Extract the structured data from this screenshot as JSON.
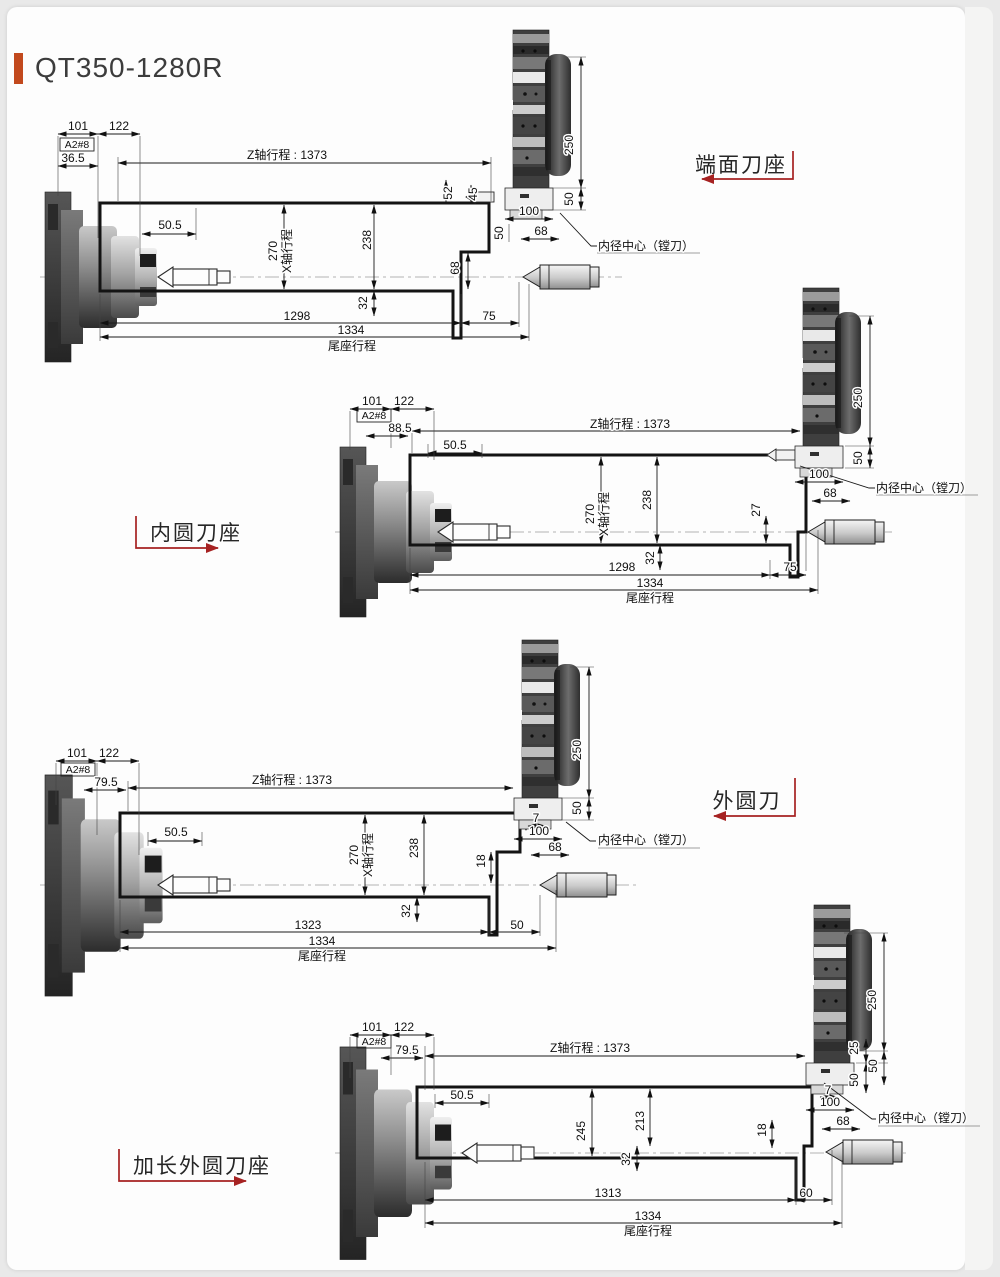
{
  "page": {
    "title": "QT350-1280R"
  },
  "colors": {
    "accent": "#c2491d",
    "label_arrow": "#a62222",
    "line": "#141414"
  },
  "diagrams": [
    {
      "label": "端面刀座",
      "z_travel": "Z轴行程 : 1373",
      "x_travel": "270",
      "x_travel_label": "X轴行程",
      "tailstock_label": "尾座行程",
      "callout": "内径中心（镗刀）",
      "dims": {
        "d101": "101",
        "d122": "122",
        "nose": "A2#8",
        "nose_len": "36.5",
        "clearance": "50.5",
        "inner_h": "238",
        "step_a": "52",
        "step_b": "45",
        "base_w": "100",
        "side_50": "50",
        "len_68": "68",
        "step_68": "68",
        "below_32": "32",
        "main_len": "1298",
        "tail_len": "75",
        "total_len": "1334",
        "turret_h": "250",
        "turret_base": "50"
      }
    },
    {
      "label": "内圆刀座",
      "z_travel": "Z轴行程 : 1373",
      "x_travel": "270",
      "x_travel_label": "X轴行程",
      "tailstock_label": "尾座行程",
      "callout": "内径中心（镗刀）",
      "dims": {
        "d101": "101",
        "d122": "122",
        "nose": "A2#8",
        "nose_len": "88.5",
        "clearance": "50.5",
        "inner_h": "238",
        "quill_27": "27",
        "base_w": "100",
        "len_68": "68",
        "below_32": "32",
        "main_len": "1298",
        "tail_len": "75",
        "total_len": "1334",
        "turret_h": "250",
        "turret_base": "50"
      }
    },
    {
      "label": "外圆刀",
      "z_travel": "Z轴行程 : 1373",
      "x_travel": "270",
      "x_travel_label": "X轴行程",
      "tailstock_label": "尾座行程",
      "callout": "内径中心（镗刀）",
      "dims": {
        "d101": "101",
        "d122": "122",
        "nose": "A2#8",
        "nose_len": "79.5",
        "clearance": "50.5",
        "inner_h": "238",
        "tip_7": "7",
        "quill_18": "18",
        "base_w": "100",
        "len_68": "68",
        "below_32": "32",
        "main_len": "1323",
        "tail_len": "50",
        "total_len": "1334",
        "turret_h": "250",
        "turret_base": "50"
      }
    },
    {
      "label": "加长外圆刀座",
      "z_travel": "Z轴行程 : 1373",
      "tailstock_label": "尾座行程",
      "callout": "内径中心（镗刀）",
      "dims": {
        "d101": "101",
        "d122": "122",
        "nose": "A2#8",
        "nose_len": "79.5",
        "clearance": "50.5",
        "h_245": "245",
        "h_213": "213",
        "tip_7": "7",
        "quill_18": "18",
        "base_w": "100",
        "len_68": "68",
        "below_32": "32",
        "main_len": "1313",
        "tail_len": "60",
        "total_len": "1334",
        "turret_h": "250",
        "step_25": "25",
        "base_50a": "50",
        "base_50b": "50"
      }
    }
  ]
}
